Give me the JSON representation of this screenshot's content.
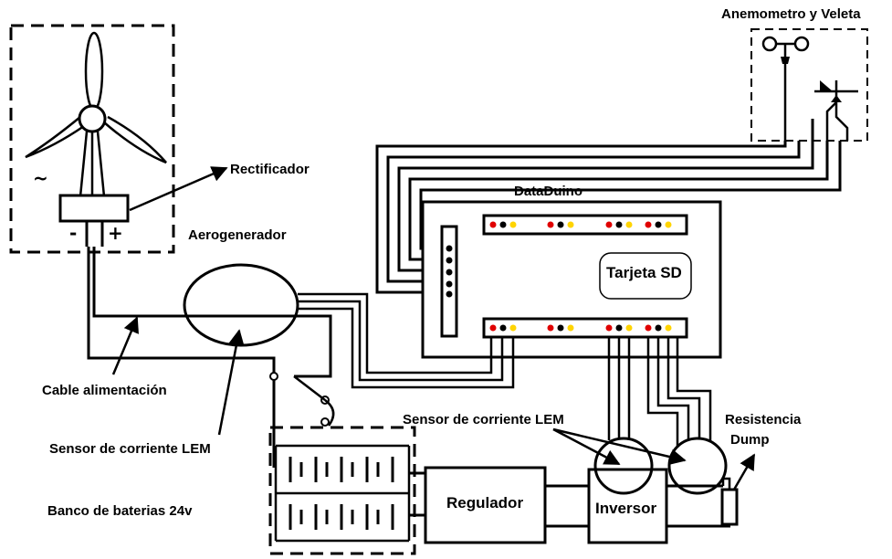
{
  "labels": {
    "anemometro": "Anemometro y Veleta",
    "rectificador": "Rectificador",
    "aerogenerador": "Aerogenerador",
    "dataduino": "DataDuino",
    "tarjeta_sd": "Tarjeta SD",
    "cable": "Cable alimentación",
    "sensor_left": "Sensor de corriente LEM",
    "sensor_right": "Sensor de corriente LEM",
    "resistencia": "Resistencia",
    "dump": "Dump",
    "banco": "Banco de baterias 24v",
    "regulador": "Regulador",
    "inversor": "Inversor",
    "tilde": "~",
    "minus": "-",
    "plus": "+"
  },
  "colors": {
    "pin_red": "#e00000",
    "pin_black": "#000000",
    "pin_yellow": "#ffd400"
  }
}
